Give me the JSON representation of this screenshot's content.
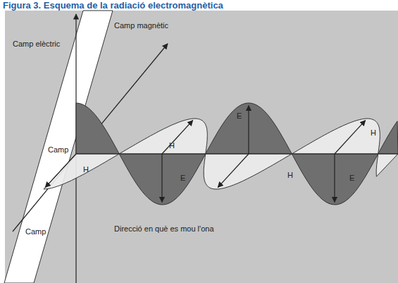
{
  "diagram": {
    "title": "Figura 3. Esquema de la radiació electromagnètica",
    "labels": [
      "Camp elèctric",
      "Camp magnètic",
      "Camp",
      "H",
      "H",
      "E",
      "E",
      "H",
      "E",
      "H",
      "Camp",
      "Direcció en què es mou l'ona"
    ]
  }
}
